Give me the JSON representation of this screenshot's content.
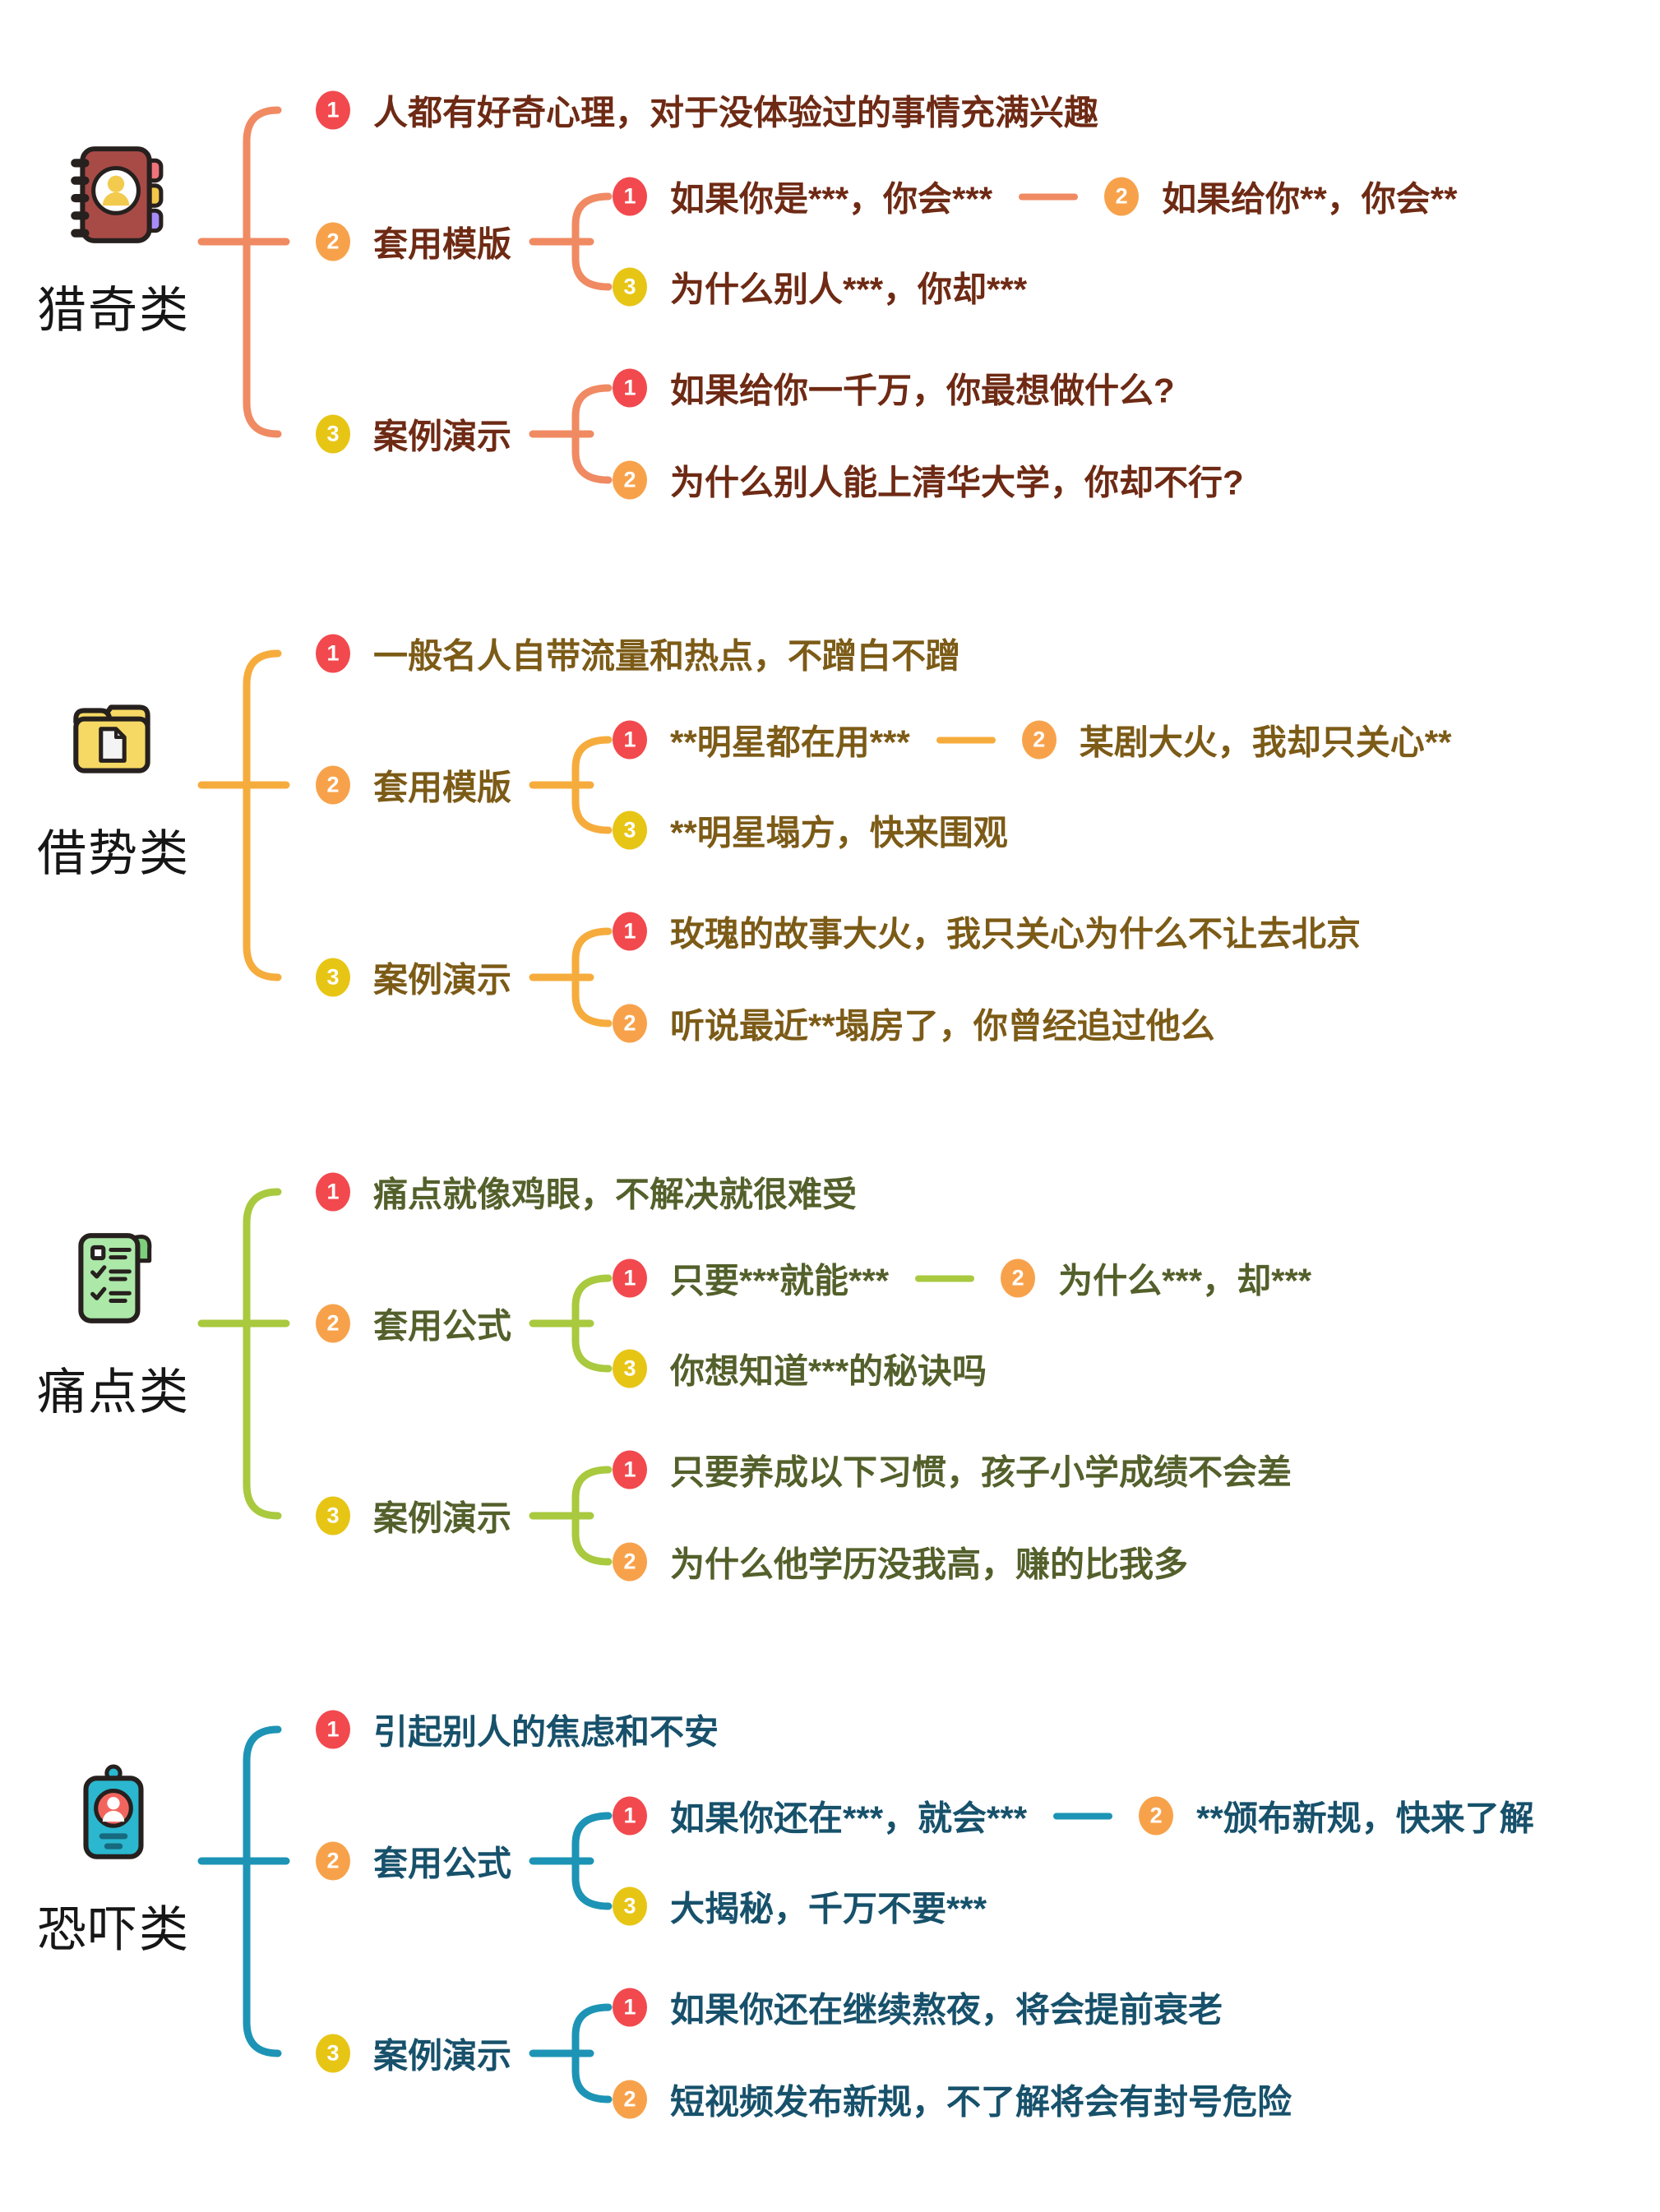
{
  "background_color": "#FFFFFF",
  "badges": [
    "1",
    "2",
    "3"
  ],
  "badge_colors": [
    "#F2494E",
    "#F7A24B",
    "#E7C515"
  ],
  "sections": [
    {
      "label": "猎奇类",
      "icon": "address-book-icon",
      "branch_color": "#F08A63",
      "text_color": "#6E2A14",
      "point": "人都有好奇心理，对于没体验过的事情充满兴趣",
      "template_label": "套用模版",
      "templates": [
        "如果你是***，你会***",
        "如果给你**，你会**",
        "为什么别人***，你却***"
      ],
      "case_label": "案例演示",
      "cases": [
        "如果给你一千万，你最想做什么?",
        "为什么别人能上清华大学，你却不行?"
      ]
    },
    {
      "label": "借势类",
      "icon": "folder-icon",
      "branch_color": "#F6AC3D",
      "text_color": "#7C5B17",
      "point": "一般名人自带流量和热点，不蹭白不蹭",
      "template_label": "套用模版",
      "templates": [
        "**明星都在用***",
        "某剧大火，我却只关心**",
        "**明星塌方，快来围观"
      ],
      "case_label": "案例演示",
      "cases": [
        "玫瑰的故事大火，我只关心为什么不让去北京",
        "听说最近**塌房了，你曾经追过他么"
      ]
    },
    {
      "label": "痛点类",
      "icon": "checklist-icon",
      "branch_color": "#A9C93F",
      "text_color": "#53602B",
      "point": "痛点就像鸡眼，不解决就很难受",
      "template_label": "套用公式",
      "templates": [
        "只要***就能***",
        "为什么***，却***",
        "你想知道***的秘诀吗"
      ],
      "case_label": "案例演示",
      "cases": [
        "只要养成以下习惯，孩子小学成绩不会差",
        "为什么他学历没我高，赚的比我多"
      ]
    },
    {
      "label": "恐吓类",
      "icon": "id-badge-icon",
      "branch_color": "#1D94B5",
      "text_color": "#17516B",
      "point": "引起别人的焦虑和不安",
      "template_label": "套用公式",
      "templates": [
        "如果你还在***，就会***",
        "**颁布新规，快来了解",
        "大揭秘，千万不要***"
      ],
      "case_label": "案例演示",
      "cases": [
        "如果你还在继续熬夜，将会提前衰老",
        "短视频发布新规，不了解将会有封号危险"
      ]
    }
  ]
}
